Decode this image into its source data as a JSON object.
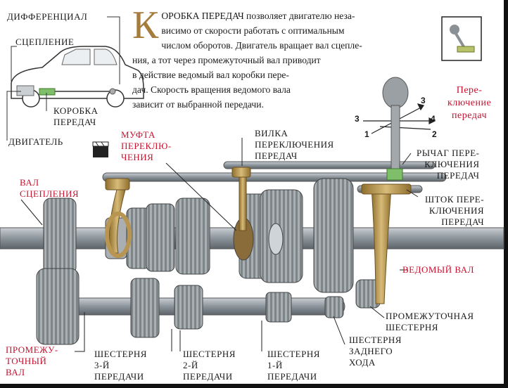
{
  "intro": {
    "dropcap": "К",
    "text": "ОРОБКА ПЕРЕДАЧ позволяет двигателю неза-\nвисимо от скорости работать с оптимальным\nчислом оборотов. Двигатель вращает вал сцепле-\nния, а тот через промежуточный вал приводит\nв действие ведомый вал коробки пере-\nдач. Скорость вращения ведомого вала\nзависит от выбранной передачи."
  },
  "labels": {
    "differential": "ДИФФЕРЕНЦИАЛ",
    "clutch": "СЦЕПЛЕНИЕ",
    "gearbox": "КОРОБКА\nПЕРЕДАЧ",
    "engine": "ДВИГАТЕЛЬ",
    "shift_sleeve": "МУФТА\nПЕРЕКЛЮ-\nЧЕНИЯ",
    "shift_fork": "ВИЛКА\nПЕРЕКЛЮЧЕНИЯ\nПЕРЕДАЧ",
    "gear_shift": "Пере-\nключение\nпередач",
    "shift_lever": "РЫЧАГ ПЕРЕ-\nКЛЮЧЕНИЯ\nПЕРЕДАЧ",
    "shift_rod": "ШТОК ПЕРЕ-\nКЛЮЧЕНИЯ\nПЕРЕДАЧ",
    "clutch_shaft": "ВАЛ\nСЦЕПЛЕНИЯ",
    "output_shaft": "ВЕДОМЫЙ ВАЛ",
    "idler_gear": "ПРОМЕЖУТОЧНАЯ\nШЕСТЕРНЯ",
    "countershaft": "ПРОМЕЖУ-\nТОЧНЫЙ\nВАЛ",
    "gear_3": "ШЕСТЕРНЯ\n3-Й\nПЕРЕДАЧИ",
    "gear_2": "ШЕСТЕРНЯ\n2-Й\nПЕРЕДАЧИ",
    "gear_1": "ШЕСТЕРНЯ\n1-Й\nПЕРЕДАЧИ",
    "gear_reverse": "ШЕСТЕРНЯ\nЗАДНЕГО\nХОДА"
  },
  "gear_positions": {
    "p1": "1",
    "p2": "2",
    "p3": "3",
    "p4": "4",
    "p3b": "3"
  },
  "colors": {
    "accent_red": "#c8102e",
    "brass": "#b89550",
    "steel": "#8c949b",
    "gear": "#9aa1a6",
    "dropcap": "#a67c3d"
  }
}
